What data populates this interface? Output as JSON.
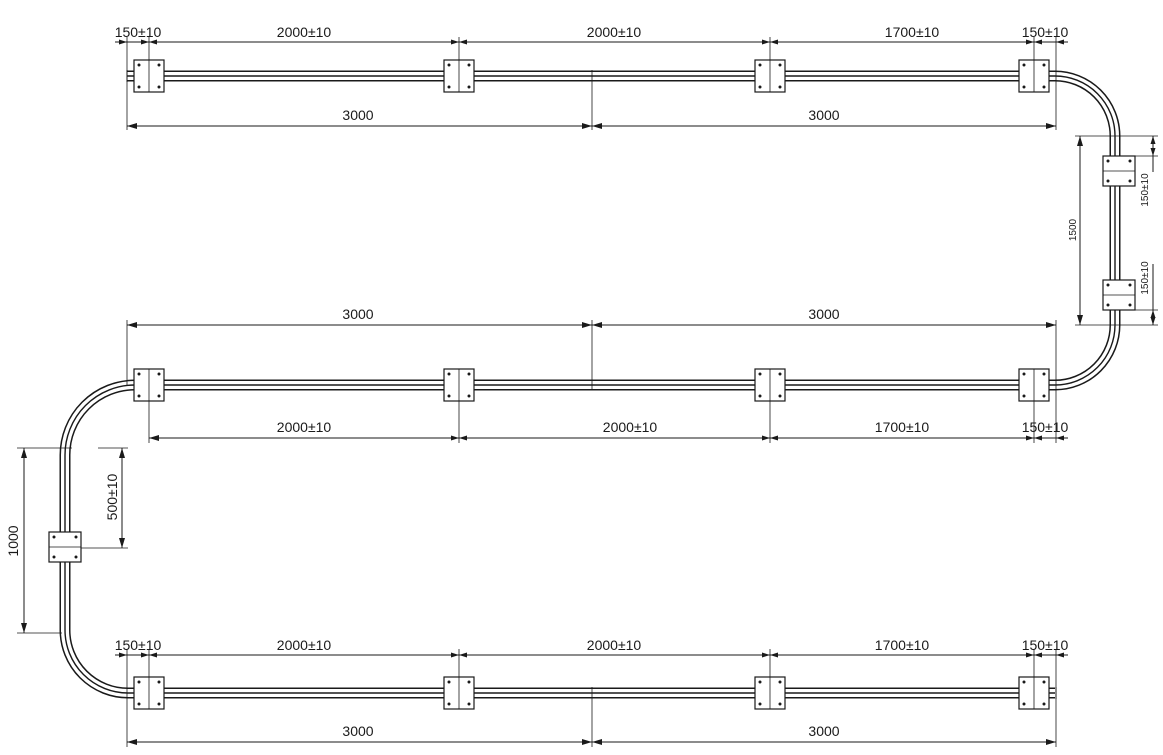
{
  "dimensions": {
    "top_upper": [
      "150±10",
      "2000±10",
      "2000±10",
      "1700±10",
      "150±10"
    ],
    "top_lower": [
      "3000",
      "3000"
    ],
    "right_upper_offset": "150±10",
    "right_span": "1500",
    "right_lower_offset": "150±10",
    "middle_upper": [
      "3000",
      "3000"
    ],
    "middle_lower": [
      "2000±10",
      "2000±10",
      "1700±10",
      "150±10"
    ],
    "left_offset": "500±10",
    "left_span": "1000",
    "bottom_upper": [
      "150±10",
      "2000±10",
      "2000±10",
      "1700±10",
      "150±10"
    ],
    "bottom_lower": [
      "3000",
      "3000"
    ]
  }
}
